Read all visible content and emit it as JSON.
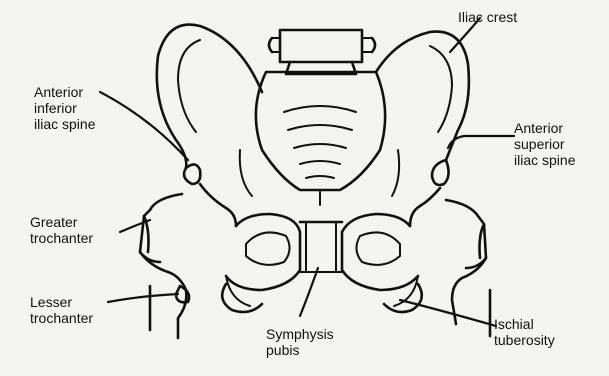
{
  "diagram": {
    "labels": {
      "iliac_crest": "Iliac crest",
      "anterior_inferior_iliac_spine": [
        "Anterior",
        "inferior",
        "iliac spine"
      ],
      "anterior_superior_iliac_spine": [
        "Anterior",
        "superior",
        "iliac spine"
      ],
      "greater_trochanter": [
        "Greater",
        "trochanter"
      ],
      "lesser_trochanter": [
        "Lesser",
        "trochanter"
      ],
      "symphysis_pubis": [
        "Symphysis",
        "pubis"
      ],
      "ischial_tuberosity": [
        "Ischial",
        "tuberosity"
      ]
    },
    "colors": {
      "ink": "#111111",
      "paper": "#f4f4f2"
    }
  }
}
